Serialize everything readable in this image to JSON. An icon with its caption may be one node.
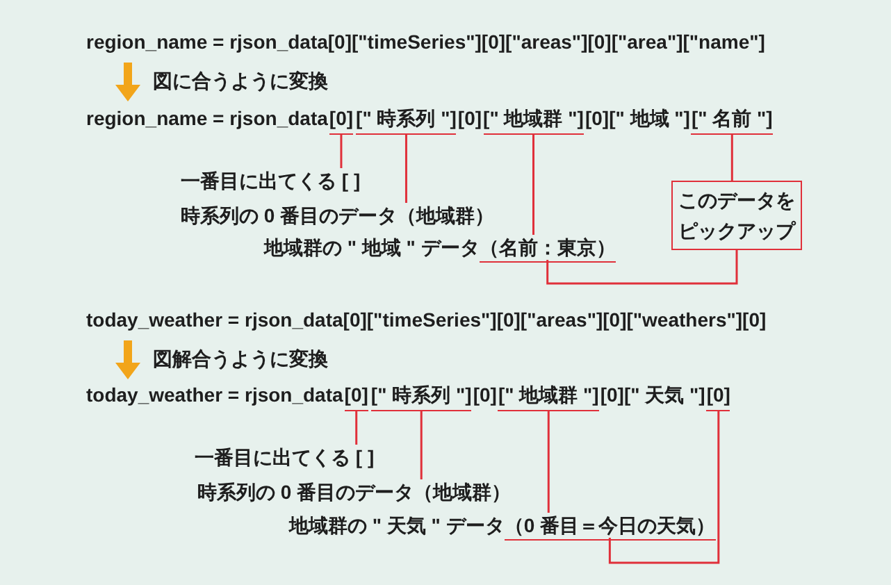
{
  "diagram": {
    "nodes": [
      {
        "text": [
          "[0]"
        ]
      },
      {
        "text": [
          "[\" 時系列 \"]"
        ]
      },
      {
        "text": [
          "[\" 地域群 \"]"
        ]
      },
      {
        "text": [
          "[\" 名前 \"]"
        ]
      },
      {
        "text": [
          "一番目に出てくる [ ]"
        ]
      },
      {
        "text": [
          "時系列の 0 番目のデータ（地域群）"
        ]
      },
      {
        "text": [
          "地域群の \" 地域 \" データ",
          "（名前：東京）"
        ]
      },
      {
        "text": [
          "このデータをピックアップ"
        ]
      },
      {
        "text": [
          "[0]"
        ]
      },
      {
        "text": [
          "[\" 時系列 \"]"
        ]
      },
      {
        "text": [
          "[\" 地域群 \"]"
        ]
      },
      {
        "text": [
          "[0]"
        ]
      },
      {
        "text": [
          "一番目に出てくる [ ]"
        ]
      },
      {
        "text": [
          "時系列の 0 番目のデータ（地域群）"
        ]
      },
      {
        "text": [
          "地域群の \" 天気 \" データ",
          "（0 番目＝今日の天気）"
        ]
      }
    ],
    "edges": [
      {
        "from": 0,
        "to": 4,
        "arrow": "none"
      },
      {
        "from": 1,
        "to": 5,
        "arrow": "none"
      },
      {
        "from": 2,
        "to": 6,
        "arrow": "none"
      },
      {
        "from": 3,
        "to": 7,
        "arrow": "none"
      },
      {
        "from": 7,
        "to": 6,
        "arrow": "none"
      },
      {
        "from": 8,
        "to": 12,
        "arrow": "none"
      },
      {
        "from": 9,
        "to": 13,
        "arrow": "none"
      },
      {
        "from": 10,
        "to": 14,
        "arrow": "none"
      },
      {
        "from": 11,
        "to": 14,
        "arrow": "none"
      }
    ],
    "labels": [
      "region_name = rjson_data[0][\"timeSeries\"][0][\"areas\"][0][\"area\"][\"name\"]",
      "図に合うように変換",
      "region_name = rjson_data",
      "[0]",
      "[0]",
      "[\" 地域 \"]",
      "today_weather = rjson_data[0][\"timeSeries\"][0][\"areas\"][0][\"weathers\"][0]",
      "図解合うように変換",
      "today_weather = rjson_data",
      "[0]",
      "[0]",
      "[\" 天気 \"]"
    ]
  }
}
